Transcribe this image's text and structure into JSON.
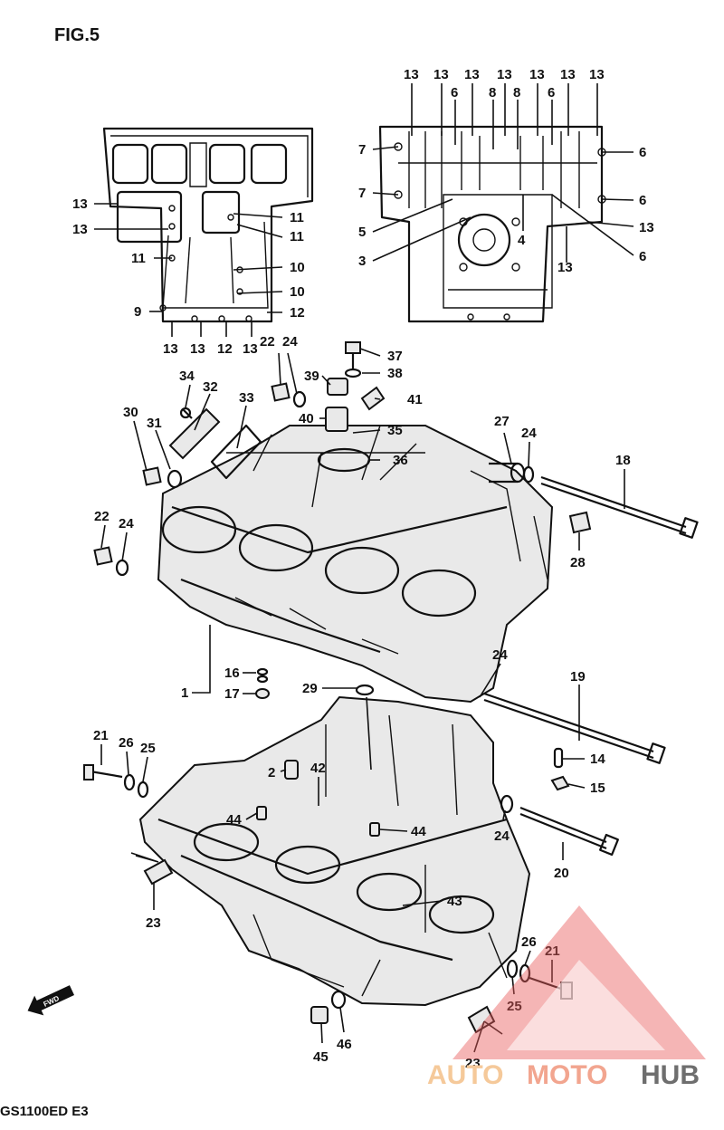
{
  "figure": {
    "title": "FIG.5",
    "model_code": "GS1100ED  E3"
  },
  "callouts": {
    "c1": "1",
    "c2": "2",
    "c3": "3",
    "c4": "4",
    "c5": "5",
    "c6": "6",
    "c7": "7",
    "c8": "8",
    "c9": "9",
    "c10": "10",
    "c11": "11",
    "c12": "12",
    "c13": "13",
    "c14": "14",
    "c15": "15",
    "c16": "16",
    "c17": "17",
    "c18": "18",
    "c19": "19",
    "c20": "20",
    "c21": "21",
    "c22": "22",
    "c23": "23",
    "c24": "24",
    "c25": "25",
    "c26": "26",
    "c27": "27",
    "c28": "28",
    "c29": "29",
    "c30": "30",
    "c31": "31",
    "c32": "32",
    "c33": "33",
    "c34": "34",
    "c35": "35",
    "c36": "36",
    "c37": "37",
    "c38": "38",
    "c39": "39",
    "c40": "40",
    "c41": "41",
    "c42": "42",
    "c43": "43",
    "c44": "44",
    "c45": "45",
    "c46": "46"
  },
  "front_indicator": "FWD",
  "watermark": {
    "part1": "AUTO",
    "part2": "MOTO",
    "part3": "HUB",
    "color_light": "#f5c99a",
    "color_mid": "#f2a58f",
    "color_dark": "#6e6e6e",
    "triangle_color": "#e85a5a"
  }
}
